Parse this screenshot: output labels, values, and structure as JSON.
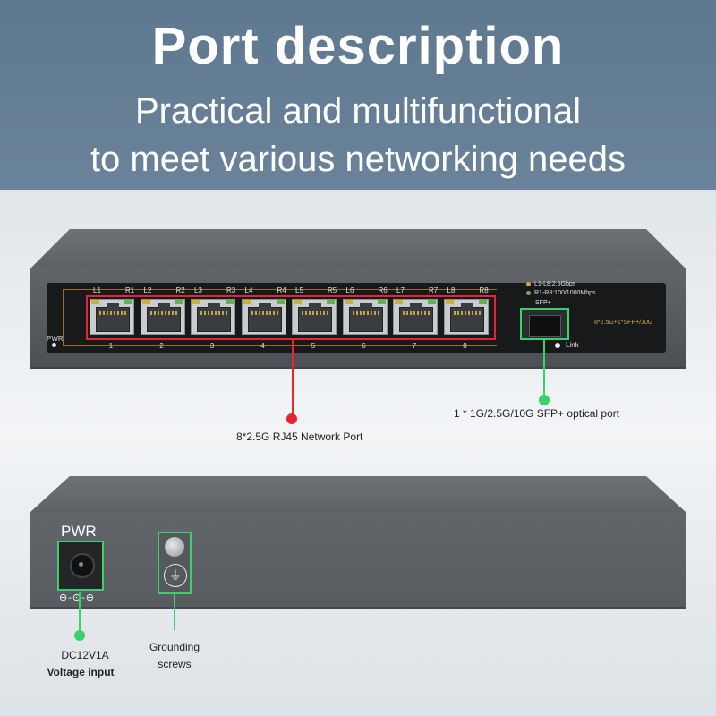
{
  "header": {
    "title": "Port description",
    "subtitle_line1": "Practical and multifunctional",
    "subtitle_line2": "to meet various networking needs"
  },
  "front_panel": {
    "pwr_label": "PWR",
    "ports": [
      {
        "left": "L1",
        "right": "R1",
        "number": "1"
      },
      {
        "left": "L2",
        "right": "R2",
        "number": "2"
      },
      {
        "left": "L3",
        "right": "R3",
        "number": "3"
      },
      {
        "left": "L4",
        "right": "R4",
        "number": "4"
      },
      {
        "left": "L5",
        "right": "R5",
        "number": "5"
      },
      {
        "left": "L6",
        "right": "R6",
        "number": "6"
      },
      {
        "left": "L7",
        "right": "R7",
        "number": "7"
      },
      {
        "left": "L8",
        "right": "R8",
        "number": "8"
      }
    ],
    "legend_line1": "L1-L8:2.5Gbps",
    "legend_line2": "R1-R8:100/1000Mbps",
    "sfp_label": "SFP+",
    "sfp_speed": "8*2.5G+1*SFP+/10G",
    "link_label": "Link",
    "colors": {
      "port_outline": "#e52530",
      "sfp_outline": "#3ad06a",
      "led_left": "#c8b23a",
      "led_right": "#5fb350"
    }
  },
  "callouts": {
    "rj45": "8*2.5G RJ45 Network Port",
    "sfp": "1 * 1G/2.5G/10G SFP+ optical port"
  },
  "rear_panel": {
    "pwr_label": "PWR",
    "polarity": "⊖-⊙-⊕",
    "dc_label": "DC12V1A",
    "voltage_label": "Voltage input",
    "grounding_line1": "Grounding",
    "grounding_line2": "screws"
  }
}
